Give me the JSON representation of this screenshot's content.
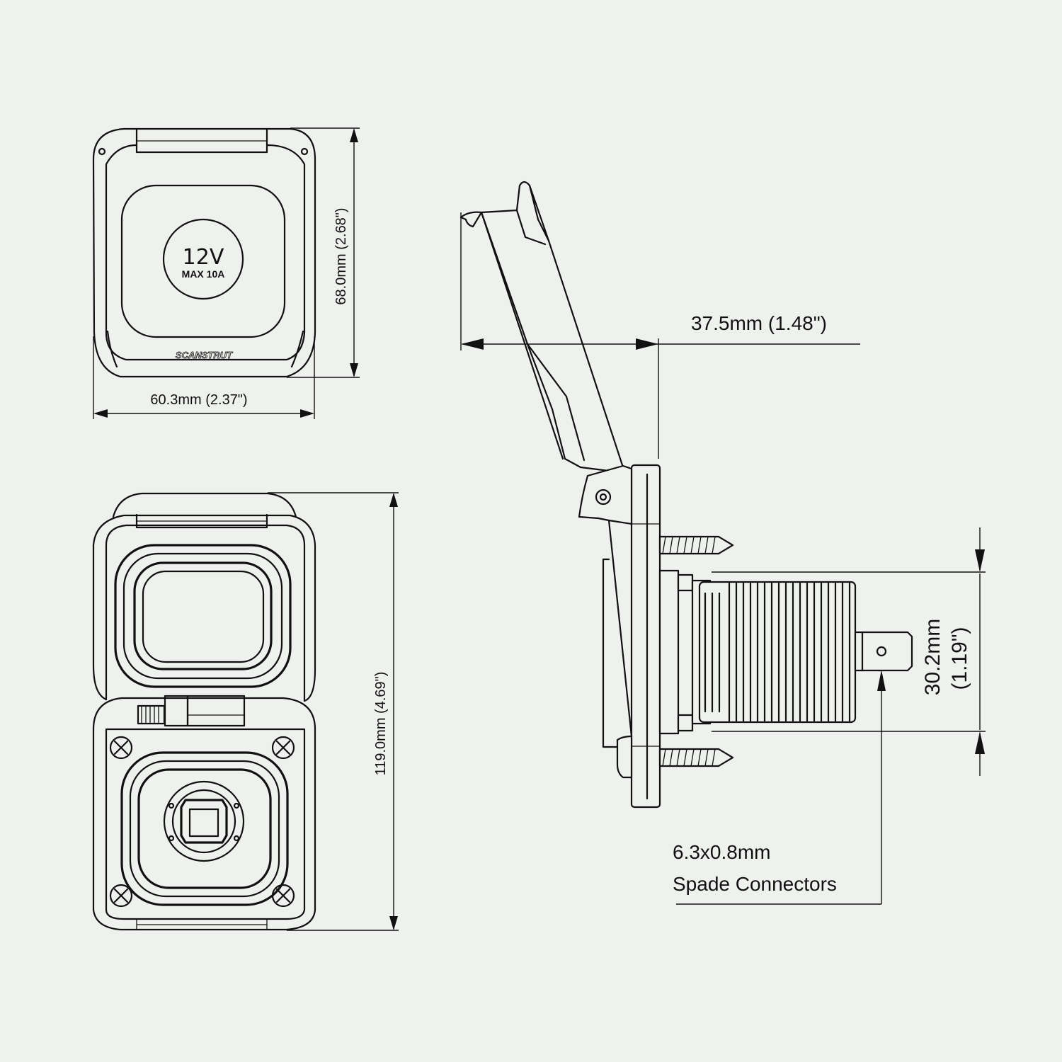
{
  "badge": {
    "voltage": "12V",
    "rating": "MAX 10A"
  },
  "brand": "SCANSTRUT",
  "dimensions": {
    "front_width": "60.3mm (2.37\")",
    "front_height": "68.0mm (2.68\")",
    "open_height": "119.0mm (4.69\")",
    "side_depth": "37.5mm (1.48\")",
    "body_diameter_mm": "30.2mm",
    "body_diameter_in": "(1.19\")"
  },
  "callout": {
    "line1": "6.3x0.8mm",
    "line2": "Spade Connectors"
  },
  "colors": {
    "background": "#eef1ed",
    "line": "#111111"
  }
}
